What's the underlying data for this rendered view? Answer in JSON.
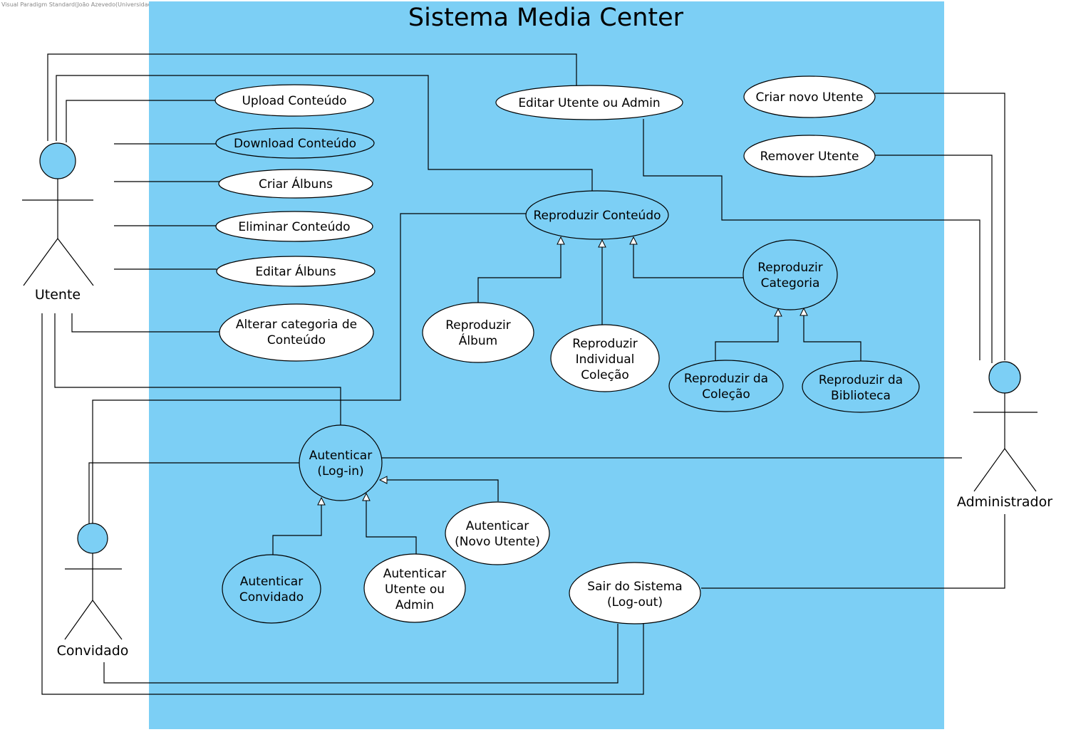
{
  "watermark": "Visual Paradigm Standard(João Azevedo(Universidade do Minho))",
  "system": {
    "title": "Sistema Media Center"
  },
  "colors": {
    "system_fill": "#7ccff5",
    "uc_white": "#ffffff",
    "uc_blue": "#7ccff5",
    "stroke": "#000000",
    "actor_head": "#7ccff5"
  },
  "actors": {
    "utente": "Utente",
    "convidado": "Convidado",
    "administrador": "Administrador"
  },
  "use_cases": {
    "upload": [
      "Upload Conteúdo"
    ],
    "download": [
      "Download Conteúdo"
    ],
    "criar_albuns": [
      "Criar Álbuns"
    ],
    "eliminar": [
      "Eliminar Conteúdo"
    ],
    "editar_albuns": [
      "Editar Álbuns"
    ],
    "alterar_categoria": [
      "Alterar categoria de",
      "Conteúdo"
    ],
    "editar_utente": [
      "Editar Utente ou Admin"
    ],
    "criar_utente": [
      "Criar novo Utente"
    ],
    "remover_utente": [
      "Remover Utente"
    ],
    "reproduzir_conteudo": [
      "Reproduzir Conteúdo"
    ],
    "reproduzir_categoria": [
      "Reproduzir",
      "Categoria"
    ],
    "reproduzir_album": [
      "Reproduzir",
      "Álbum"
    ],
    "reproduzir_individual": [
      "Reproduzir",
      "Individual",
      "Coleção"
    ],
    "reproduzir_colecao": [
      "Reproduzir da",
      "Coleção"
    ],
    "reproduzir_biblioteca": [
      "Reproduzir da",
      "Biblioteca"
    ],
    "autenticar": [
      "Autenticar",
      "(Log-in)"
    ],
    "autenticar_novo": [
      "Autenticar",
      "(Novo Utente)"
    ],
    "autenticar_convidado": [
      "Autenticar",
      "Convidado"
    ],
    "autenticar_utente": [
      "Autenticar",
      "Utente ou",
      "Admin"
    ],
    "sair": [
      "Sair do Sistema",
      "(Log-out)"
    ]
  }
}
